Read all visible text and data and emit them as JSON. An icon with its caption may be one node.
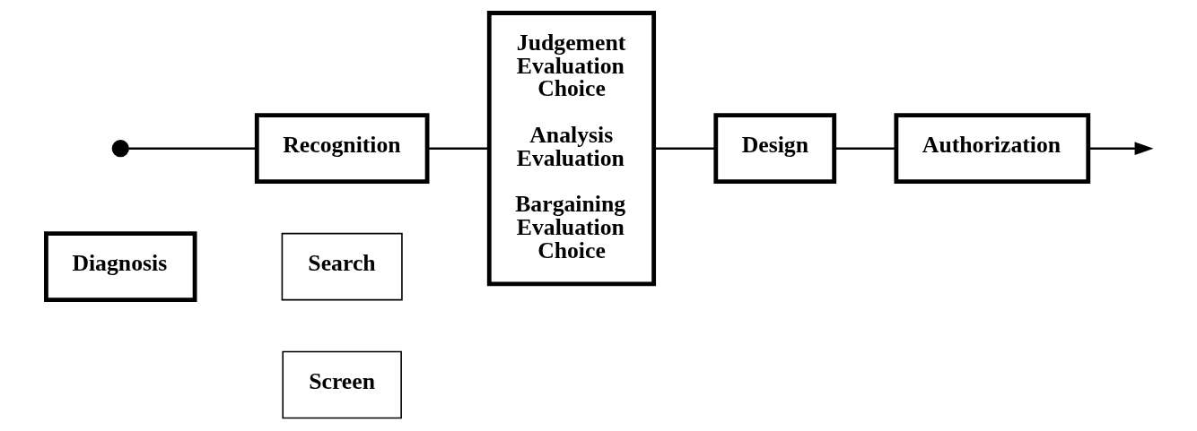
{
  "diagram": {
    "nodes": [
      {
        "text": [],
        "shape": "circle"
      },
      {
        "text": [
          "Recognition"
        ]
      },
      {
        "text": [
          "Diagnosis"
        ]
      },
      {
        "text": [
          "Search"
        ]
      },
      {
        "text": [
          "Screen"
        ]
      },
      {
        "text": [
          "Judgement Evaluation Choice",
          "Analysis Evaluation",
          "Bargaining Evaluation Choice"
        ]
      },
      {
        "text": [
          "Authorization"
        ]
      },
      {
        "text": [
          "Design"
        ]
      }
    ],
    "edges": [
      {
        "from": 0,
        "to": 1,
        "arrow": "none"
      },
      {
        "from": 1,
        "to": 5,
        "arrow": "none"
      },
      {
        "from": 5,
        "to": 7,
        "arrow": "none"
      },
      {
        "from": 7,
        "to": 6,
        "arrow": "none"
      },
      {
        "from": 6,
        "to": null,
        "arrow": "to"
      }
    ]
  }
}
